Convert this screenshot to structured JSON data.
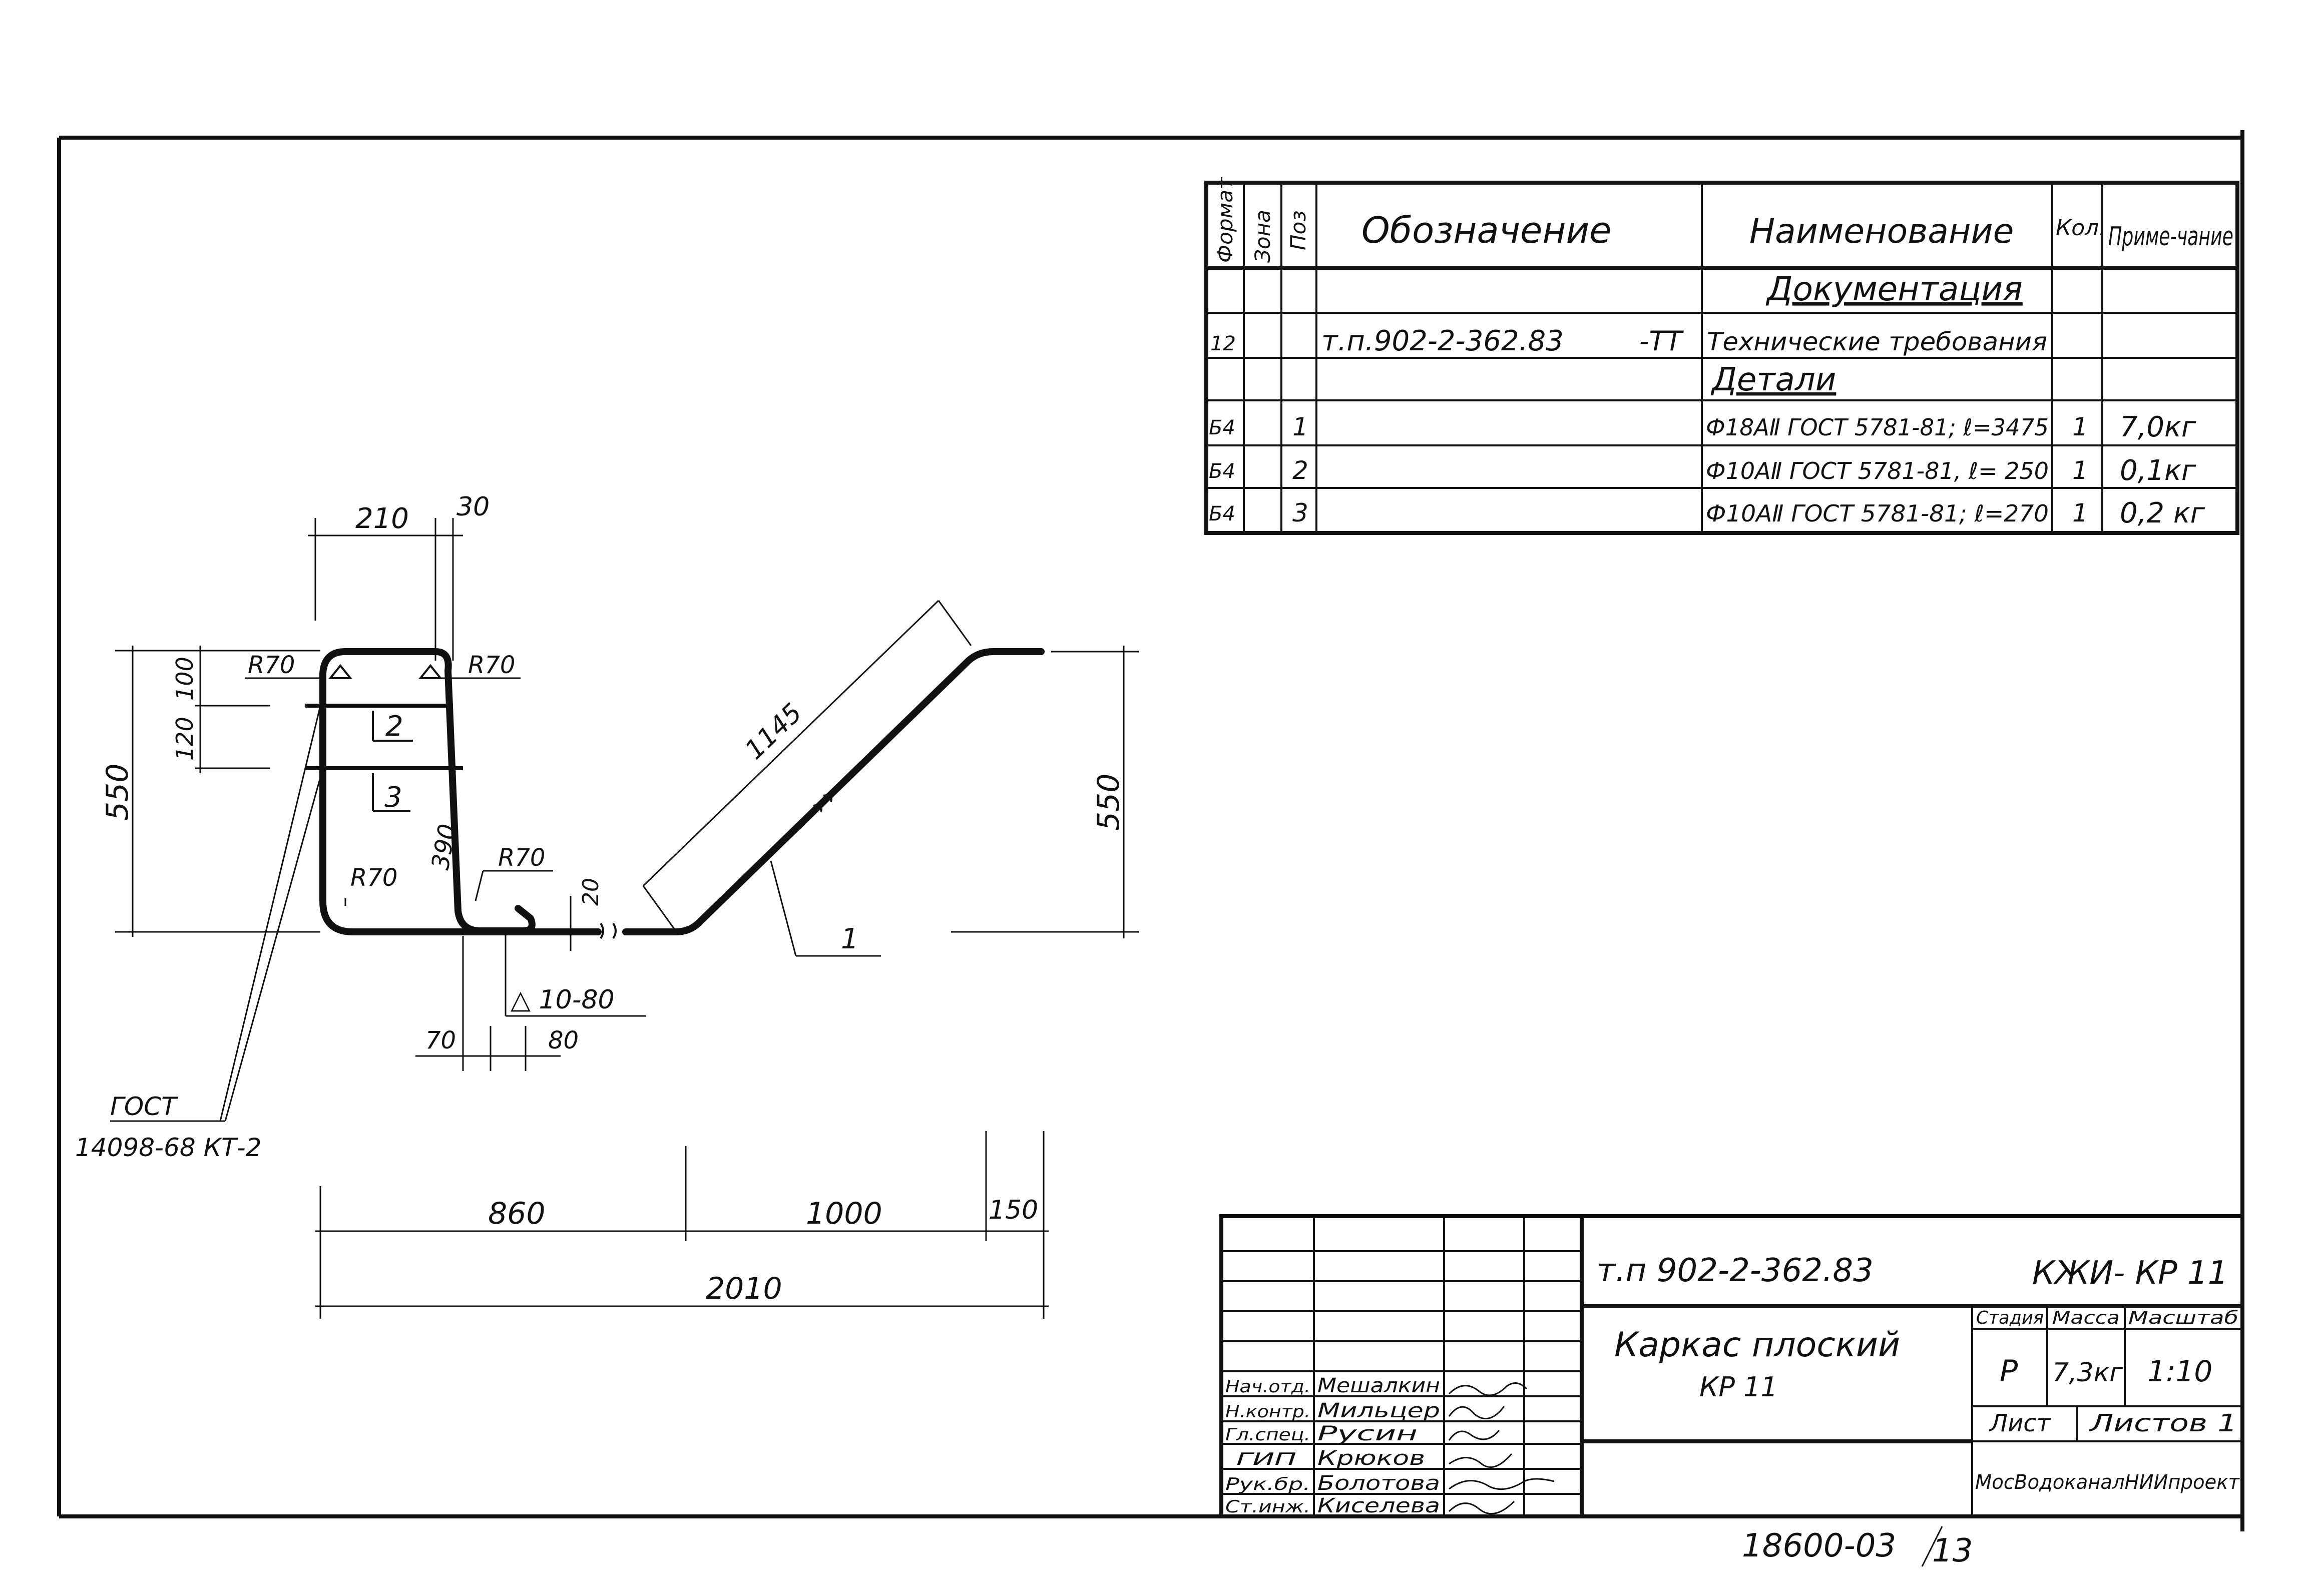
{
  "spec_table": {
    "headers": {
      "format": "Формат",
      "zone": "Зона",
      "pos": "Поз",
      "designation": "Обозначение",
      "name": "Наименование",
      "qty": "Кол.",
      "note": "Приме-чание"
    },
    "section_docs": "Документация",
    "doc_row": {
      "format": "12",
      "designation": "т.п.902-2-362.83",
      "suffix": "-ТТ",
      "name": "Технические требования"
    },
    "section_parts": "Детали",
    "rows": [
      {
        "format": "Б4",
        "pos": "1",
        "name": "Ф18АⅡ ГОСТ 5781-81; ℓ=3475",
        "qty": "1",
        "note": "7,0кг"
      },
      {
        "format": "Б4",
        "pos": "2",
        "name": "Ф10АⅡ ГОСТ 5781-81, ℓ= 250",
        "qty": "1",
        "note": "0,1кг"
      },
      {
        "format": "Б4",
        "pos": "3",
        "name": "Ф10АⅡ ГОСТ 5781-81; ℓ=270",
        "qty": "1",
        "note": "0,2 кг"
      }
    ]
  },
  "drawing": {
    "dim_210": "210",
    "dim_30": "30",
    "r70_top_left": "R70",
    "r70_top_right": "R70",
    "dim_100": "100",
    "dim_120": "120",
    "dim_550_left": "550",
    "pos_2": "2",
    "pos_3": "3",
    "dim_390": "390",
    "r70_mid": "R70",
    "r70_bottom": "R70",
    "dim_20": "20",
    "dim_1145": "1145",
    "dim_550_right": "550",
    "pos_1": "1",
    "weld_label": "△ 10-80",
    "dim_70": "70",
    "dim_80": "80",
    "gost_line1": "ГОСТ",
    "gost_line2": "14098-68 КТ-2",
    "dim_860": "860",
    "dim_1000": "1000",
    "dim_150": "150",
    "dim_2010": "2010"
  },
  "title_block": {
    "doc_code": "т.п 902-2-362.83",
    "sheet_code": "КЖИ- КР 11",
    "title_line1": "Каркас плоский",
    "title_line2": "КР 11",
    "col_stage": "Стадия",
    "col_mass": "Масса",
    "col_scale": "Масштаб",
    "stage": "Р",
    "mass": "7,3кг",
    "scale": "1:10",
    "sheet_label": "Лист",
    "sheets_label": "Листов 1",
    "org": "МосВодоканалНИИпроект",
    "signatures": [
      {
        "role": "Нач.отд.",
        "name": "Мешалкин"
      },
      {
        "role": "Н.контр.",
        "name": "Мильцер"
      },
      {
        "role": "Гл.спец.",
        "name": "Русин"
      },
      {
        "role": "ГИП",
        "name": "Крюков"
      },
      {
        "role": "Рук.бр.",
        "name": "Болотова"
      },
      {
        "role": "Ст.инж.",
        "name": "Киселева"
      }
    ]
  },
  "footer": {
    "archive": "18600-03",
    "page": "13"
  }
}
